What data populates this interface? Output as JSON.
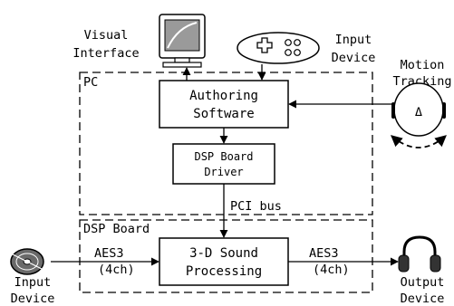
{
  "colors": {
    "stroke": "#000000",
    "background": "#ffffff",
    "monitor_screen": "#9a9a9a",
    "disc_fill": "#6a6a6a"
  },
  "icons": [
    "monitor-icon",
    "gamepad-icon",
    "head-icon",
    "compact-disc-icon",
    "headphones-icon"
  ],
  "labels": {
    "visual_interface": [
      "Visual",
      "Interface"
    ],
    "input_device_top": [
      "Input",
      "Device"
    ],
    "motion_tracking": [
      "Motion",
      "Tracking"
    ],
    "pc_region": "PC",
    "authoring_software": [
      "Authoring",
      "Software"
    ],
    "dsp_driver": [
      "DSP Board",
      "Driver"
    ],
    "pci_bus": "PCI bus",
    "dsp_region": "DSP Board",
    "sound_processing": [
      "3-D Sound",
      "Processing"
    ],
    "aes3_in": [
      "AES3",
      "(4ch)"
    ],
    "aes3_out": [
      "AES3",
      "(4ch)"
    ],
    "input_device_bottom": [
      "Input",
      "Device"
    ],
    "output_device": [
      "Output",
      "Device"
    ],
    "head_symbol": "Δ"
  }
}
